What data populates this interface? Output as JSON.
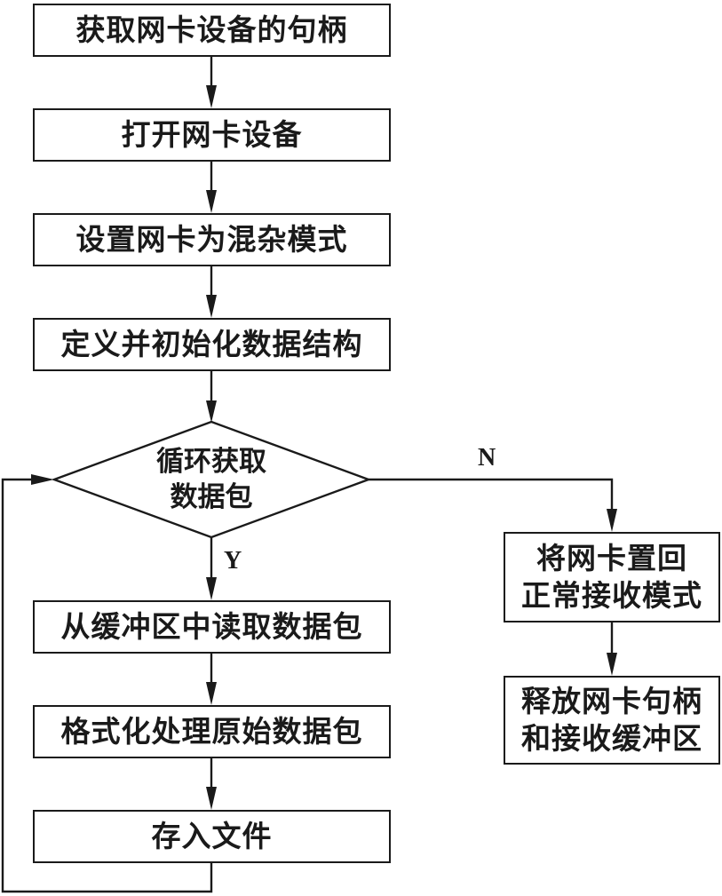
{
  "diagram": {
    "type": "flowchart",
    "nodes": {
      "get_handle": "获取网卡设备的句柄",
      "open_device": "打开网卡设备",
      "set_promisc": "设置网卡为混杂模式",
      "init_struct": "定义并初始化数据结构",
      "loop_decision": {
        "line1": "循环获取",
        "line2": "数据包"
      },
      "read_buffer": "从缓冲区中读取数据包",
      "format_packet": "格式化处理原始数据包",
      "save_file": "存入文件",
      "restore_mode": {
        "line1": "将网卡置回",
        "line2": "正常接收模式"
      },
      "release": {
        "line1": "释放网卡句柄",
        "line2": "和接收缓冲区"
      }
    },
    "edge_labels": {
      "yes": "Y",
      "no": "N"
    },
    "edges": [
      [
        "get_handle",
        "open_device"
      ],
      [
        "open_device",
        "set_promisc"
      ],
      [
        "set_promisc",
        "init_struct"
      ],
      [
        "init_struct",
        "loop_decision"
      ],
      [
        "loop_decision",
        "read_buffer",
        "Y"
      ],
      [
        "loop_decision",
        "restore_mode",
        "N"
      ],
      [
        "read_buffer",
        "format_packet"
      ],
      [
        "format_packet",
        "save_file"
      ],
      [
        "save_file",
        "loop_decision"
      ],
      [
        "restore_mode",
        "release"
      ]
    ]
  }
}
